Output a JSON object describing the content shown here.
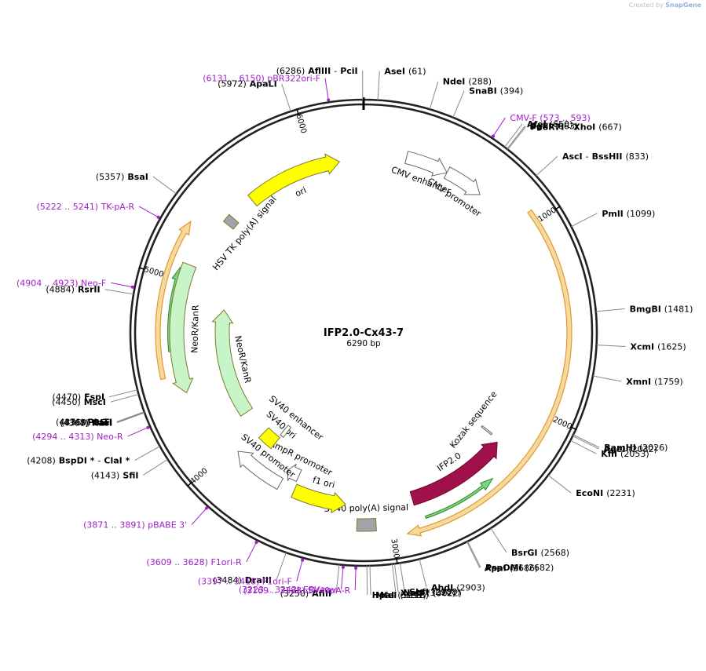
{
  "credit": {
    "prefix": "Created by",
    "brand": "SnapGene"
  },
  "plasmid": {
    "name": "IFP2.0-Cx43-7",
    "length_bp": 6290,
    "size_label": "6290 bp"
  },
  "ticks": [
    {
      "bp": 1000,
      "label": "1000"
    },
    {
      "bp": 2000,
      "label": "2000"
    },
    {
      "bp": 3000,
      "label": "3000"
    },
    {
      "bp": 4000,
      "label": "4000"
    },
    {
      "bp": 5000,
      "label": "5000"
    },
    {
      "bp": 6000,
      "label": "6000"
    }
  ],
  "sites": [
    {
      "bp": 6286,
      "parts": [
        {
          "t": "(6286)",
          "c": "pos"
        },
        {
          "t": "AflIII",
          "c": "name"
        },
        {
          "t": "-",
          "c": "pos"
        },
        {
          "t": "PciI",
          "c": "name"
        }
      ]
    },
    {
      "bp": 61,
      "parts": [
        {
          "t": "AseI",
          "c": "name"
        },
        {
          "t": "(61)",
          "c": "pos"
        }
      ]
    },
    {
      "bp": 288,
      "parts": [
        {
          "t": "NdeI",
          "c": "name"
        },
        {
          "t": "(288)",
          "c": "pos"
        }
      ]
    },
    {
      "bp": 394,
      "parts": [
        {
          "t": "SnaBI",
          "c": "name"
        },
        {
          "t": "(394)",
          "c": "pos"
        }
      ]
    },
    {
      "bp": 650,
      "parts": [
        {
          "t": "AfeI",
          "c": "name"
        },
        {
          "t": "(650)",
          "c": "pos"
        }
      ]
    },
    {
      "bp": 663,
      "parts": [
        {
          "t": "BglII",
          "c": "name"
        },
        {
          "t": "(663)",
          "c": "pos"
        }
      ]
    },
    {
      "bp": 667,
      "parts": [
        {
          "t": "PaeR7I",
          "c": "name"
        },
        {
          "t": "-",
          "c": "pos"
        },
        {
          "t": "XhoI",
          "c": "name"
        },
        {
          "t": "(667)",
          "c": "pos"
        }
      ]
    },
    {
      "bp": 833,
      "parts": [
        {
          "t": "AscI",
          "c": "name"
        },
        {
          "t": "-",
          "c": "pos"
        },
        {
          "t": "BssHII",
          "c": "name"
        },
        {
          "t": "(833)",
          "c": "pos"
        }
      ]
    },
    {
      "bp": 1099,
      "parts": [
        {
          "t": "PmlI",
          "c": "name"
        },
        {
          "t": "(1099)",
          "c": "pos"
        }
      ]
    },
    {
      "bp": 1481,
      "parts": [
        {
          "t": "BmgBI",
          "c": "name"
        },
        {
          "t": "(1481)",
          "c": "pos"
        }
      ]
    },
    {
      "bp": 1625,
      "parts": [
        {
          "t": "XcmI",
          "c": "name"
        },
        {
          "t": "(1625)",
          "c": "pos"
        }
      ]
    },
    {
      "bp": 1759,
      "parts": [
        {
          "t": "XmnI",
          "c": "name"
        },
        {
          "t": "(1759)",
          "c": "pos"
        }
      ]
    },
    {
      "bp": 2026,
      "parts": [
        {
          "t": "BamHI",
          "c": "name"
        },
        {
          "t": "(2026)",
          "c": "pos"
        }
      ]
    },
    {
      "bp": 2032,
      "parts": [
        {
          "t": "AgeI",
          "c": "name"
        },
        {
          "t": "(2032)",
          "c": "pos"
        }
      ]
    },
    {
      "bp": 2053,
      "parts": [
        {
          "t": "KflI",
          "c": "name"
        },
        {
          "t": "(2053)",
          "c": "pos"
        }
      ]
    },
    {
      "bp": 2231,
      "parts": [
        {
          "t": "EcoNI",
          "c": "name"
        },
        {
          "t": "(2231)",
          "c": "pos"
        }
      ]
    },
    {
      "bp": 2568,
      "parts": [
        {
          "t": "BsrGI",
          "c": "name"
        },
        {
          "t": "(2568)",
          "c": "pos"
        }
      ]
    },
    {
      "bp": 2682,
      "parts": [
        {
          "t": "PspOMI",
          "c": "name"
        },
        {
          "t": "(2682)",
          "c": "pos"
        }
      ]
    },
    {
      "bp": 2686,
      "parts": [
        {
          "t": "ApaI",
          "c": "name"
        },
        {
          "t": "(2686)",
          "c": "pos"
        }
      ]
    },
    {
      "bp": 2903,
      "parts": [
        {
          "t": "AhdI",
          "c": "name"
        },
        {
          "t": "(2903)",
          "c": "pos"
        }
      ]
    },
    {
      "bp": 2988,
      "parts": [
        {
          "t": "SbfI",
          "c": "name"
        },
        {
          "t": "(2988)",
          "c": "pos"
        }
      ]
    },
    {
      "bp": 3012,
      "parts": [
        {
          "t": "NotI",
          "c": "name"
        },
        {
          "t": "(3012)",
          "c": "pos"
        }
      ]
    },
    {
      "bp": 3022,
      "parts": [
        {
          "t": "XbaI *",
          "c": "name"
        },
        {
          "t": "(3022)",
          "c": "pos"
        }
      ]
    },
    {
      "bp": 3118,
      "parts": [
        {
          "t": "MfeI",
          "c": "name"
        },
        {
          "t": "(3118)",
          "c": "pos"
        }
      ]
    },
    {
      "bp": 3131,
      "parts": [
        {
          "t": "HpaI",
          "c": "name"
        },
        {
          "t": "(3131)",
          "c": "pos"
        }
      ]
    },
    {
      "bp": 3250,
      "parts": [
        {
          "t": "(3250)",
          "c": "pos"
        },
        {
          "t": "AflII",
          "c": "name"
        }
      ]
    },
    {
      "bp": 3484,
      "parts": [
        {
          "t": "(3484)",
          "c": "pos"
        },
        {
          "t": "DraIII",
          "c": "name"
        }
      ]
    },
    {
      "bp": 4143,
      "parts": [
        {
          "t": "(4143)",
          "c": "pos"
        },
        {
          "t": "SfiI",
          "c": "name"
        }
      ]
    },
    {
      "bp": 4208,
      "parts": [
        {
          "t": "(4208)",
          "c": "pos"
        },
        {
          "t": "BspDI *",
          "c": "name"
        },
        {
          "t": "-",
          "c": "pos"
        },
        {
          "t": "ClaI *",
          "c": "name"
        }
      ]
    },
    {
      "bp": 4367,
      "parts": [
        {
          "t": "(4367)",
          "c": "pos"
        },
        {
          "t": "KasI",
          "c": "name"
        }
      ]
    },
    {
      "bp": 4368,
      "parts": [
        {
          "t": "(4368)",
          "c": "pos"
        },
        {
          "t": "NarI",
          "c": "name"
        }
      ]
    },
    {
      "bp": 4369,
      "parts": [
        {
          "t": "(4369)",
          "c": "pos"
        },
        {
          "t": "SfoI",
          "c": "name"
        }
      ]
    },
    {
      "bp": 4371,
      "parts": [
        {
          "t": "(4371)",
          "c": "pos"
        },
        {
          "t": "PluTI",
          "c": "name"
        }
      ]
    },
    {
      "bp": 4450,
      "parts": [
        {
          "t": "(4450)",
          "c": "pos"
        },
        {
          "t": "MscI",
          "c": "name"
        }
      ]
    },
    {
      "bp": 4470,
      "parts": [
        {
          "t": "(4470)",
          "c": "pos"
        },
        {
          "t": "FspI",
          "c": "name"
        }
      ]
    },
    {
      "bp": 4884,
      "parts": [
        {
          "t": "(4884)",
          "c": "pos"
        },
        {
          "t": "RsrII",
          "c": "name"
        }
      ]
    },
    {
      "bp": 5357,
      "parts": [
        {
          "t": "(5357)",
          "c": "pos"
        },
        {
          "t": "BsaI",
          "c": "name"
        }
      ]
    },
    {
      "bp": 5972,
      "parts": [
        {
          "t": "(5972)",
          "c": "pos"
        },
        {
          "t": "ApaLI",
          "c": "name"
        }
      ]
    }
  ],
  "primers": [
    {
      "bp": 583,
      "label": "CMV-F (573 .. 593)"
    },
    {
      "bp": 3876,
      "label": "(3871 .. 3891) pBABE 3'"
    },
    {
      "bp": 3618,
      "label": "(3609 .. 3628) F1ori-R"
    },
    {
      "bp": 3408,
      "label": "(3397 .. 3418) F1ori-F"
    },
    {
      "bp": 3232,
      "label": "(3223 .. 3242) EBV-rev"
    },
    {
      "bp": 3178,
      "label": "(3169 .. 3188) SV40pA-R"
    },
    {
      "bp": 4303,
      "label": "(4294 .. 4313) Neo-R"
    },
    {
      "bp": 4913,
      "label": "(4904 .. 4923) Neo-F"
    },
    {
      "bp": 5231,
      "label": "(5222 .. 5241) TK-pA-R"
    },
    {
      "bp": 6140,
      "label": "(6131 .. 6150) pBR322ori-F"
    }
  ],
  "features": [
    {
      "name": "CMV enhancer",
      "label": "CMV enhancer",
      "start": 240,
      "end": 480,
      "kind": "promoter",
      "color": "#ffffff",
      "dir": 1
    },
    {
      "name": "CMV promoter",
      "label": "CMV promoter",
      "start": 480,
      "end": 700,
      "kind": "promoter",
      "color": "#ffffff",
      "dir": 1
    },
    {
      "name": "IFP2.0",
      "label": "IFP2.0",
      "start": 2260,
      "end": 2860,
      "kind": "cds",
      "color": "#a0104a",
      "dir": -1
    },
    {
      "name": "Kozak sequence",
      "label": "Kozak sequence",
      "start": 2238,
      "end": 2248,
      "kind": "misc",
      "color": "#ffffff",
      "dir": 0
    },
    {
      "name": "SV40 poly(A) signal",
      "label": "SV40 poly(A) signal",
      "start": 3080,
      "end": 3180,
      "kind": "polyA",
      "color": "#a0a4aa",
      "dir": 0
    },
    {
      "name": "f1 ori",
      "label": "f1 ori",
      "start": 3250,
      "end": 3560,
      "kind": "ori",
      "color": "#ffff00",
      "dir": -1
    },
    {
      "name": "AmpR promoter",
      "label": "AmpR promoter",
      "start": 3570,
      "end": 3650,
      "kind": "promoter",
      "color": "#ffffff",
      "dir": 1
    },
    {
      "name": "SV40 promoter",
      "label": "SV40 promoter",
      "start": 3650,
      "end": 3960,
      "kind": "promoter",
      "color": "#ffffff",
      "dir": 1
    },
    {
      "name": "SV40 ori",
      "label": "SV40 ori",
      "start": 3820,
      "end": 3930,
      "kind": "ori",
      "color": "#ffff00",
      "dir": 0
    },
    {
      "name": "SV40 enhancer",
      "label": "SV40 enhancer",
      "start": 3800,
      "end": 3830,
      "kind": "misc",
      "color": "#ffffff",
      "dir": 0
    },
    {
      "name": "NeoR/KanR outer",
      "label": "NeoR/KanR",
      "start": 4390,
      "end": 5090,
      "kind": "cds",
      "color": "#c8f5c8",
      "dir": -1
    },
    {
      "name": "NeoR/KanR inner",
      "label": "NeoR/KanR",
      "start": 4120,
      "end": 4880,
      "kind": "cds",
      "color": "#c8f5c8",
      "dir": 1
    },
    {
      "name": "HSV TK poly(A) signal",
      "label": "HSV TK poly(A) signal",
      "start": 5390,
      "end": 5440,
      "kind": "polyA",
      "color": "#a0a4aa",
      "dir": 0
    },
    {
      "name": "ori",
      "label": "ori",
      "start": 5590,
      "end": 6150,
      "kind": "ori",
      "color": "#ffff00",
      "dir": 1
    }
  ],
  "orfs": [
    {
      "start": 940,
      "end": 2930,
      "dir": 1
    },
    {
      "start": 4490,
      "end": 5290,
      "dir": 1
    }
  ],
  "orf_inner": [
    {
      "start": 2420,
      "end": 2820,
      "dir": -1
    },
    {
      "start": 4620,
      "end": 5060,
      "dir": 1
    }
  ]
}
